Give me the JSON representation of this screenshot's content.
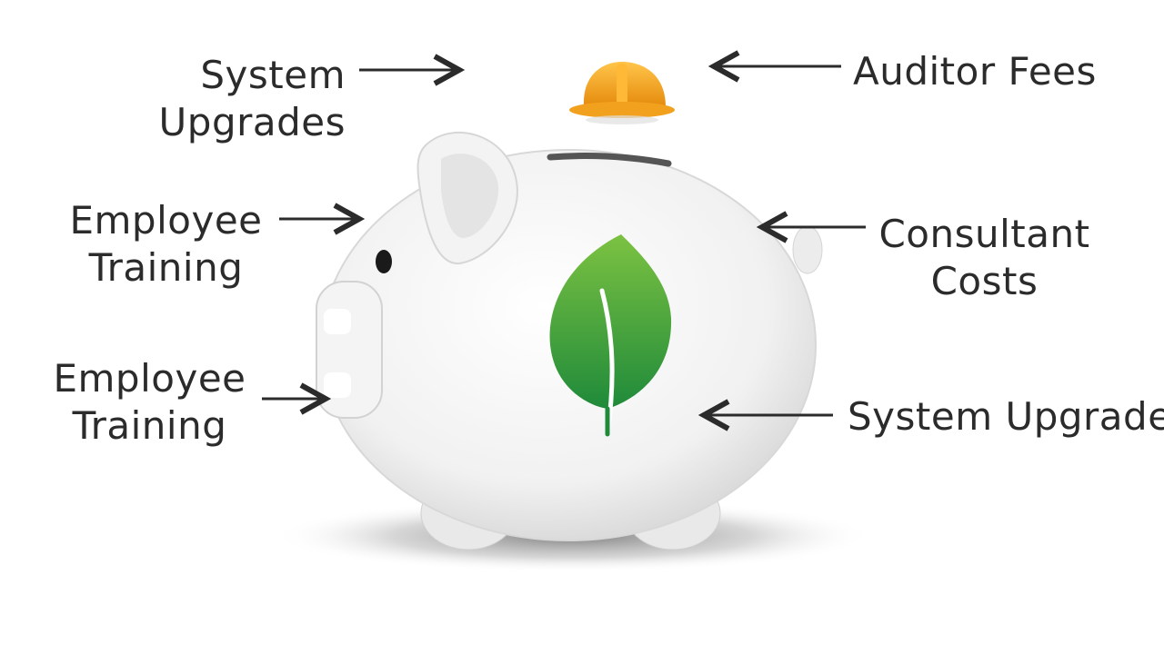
{
  "labels": {
    "system_upgrades_top": [
      "System",
      "Upgrades"
    ],
    "auditor_fees": "Auditor Fees",
    "employee_training_upper": [
      "Employee",
      "Training"
    ],
    "consultant_costs": [
      "Consultant",
      "Costs"
    ],
    "employee_training_lower": [
      "Employee",
      "Training"
    ],
    "system_upgrade_right": "System Upgrade"
  },
  "icons": {
    "main": "piggy-bank-icon",
    "leaf": "leaf-icon",
    "hat": "hard-hat-icon"
  },
  "colors": {
    "text": "#2b2b2b",
    "leaf_light": "#7cc242",
    "leaf_dark": "#1f8a3a",
    "hat": "#f5a623"
  }
}
